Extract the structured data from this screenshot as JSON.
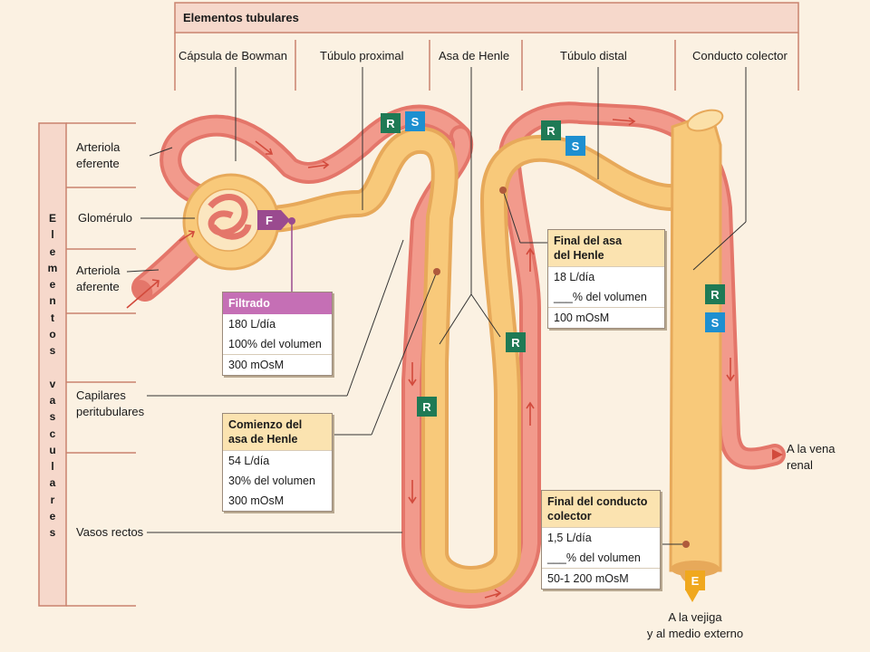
{
  "header": {
    "tubular_title": "Elementos tubulares",
    "vascular_title_letters": [
      "E",
      "l",
      "e",
      "m",
      "e",
      "n",
      "t",
      "o",
      "s",
      "",
      "v",
      "a",
      "s",
      "c",
      "u",
      "l",
      "a",
      "r",
      "e",
      "s"
    ]
  },
  "columns": [
    "Cápsula de Bowman",
    "Túbulo proximal",
    "Asa de Henle",
    "Túbulo distal",
    "Conducto colector"
  ],
  "vascular_labels": {
    "efferent": [
      "Arteriola",
      "eferente"
    ],
    "glomerulus": "Glomérulo",
    "afferent": [
      "Arteriola",
      "aferente"
    ],
    "peritubular": [
      "Capilares",
      "peritubulares"
    ],
    "vasa_recta": "Vasos rectos"
  },
  "boxes": {
    "filtrate": {
      "title": "Filtrado",
      "lines": [
        "180 L/día",
        "100% del volumen",
        "300 mOsM"
      ]
    },
    "loop_start": {
      "title": [
        "Comienzo del",
        "asa de Henle"
      ],
      "lines": [
        "54 L/día",
        "30% del volumen",
        "300 mOsM"
      ]
    },
    "loop_end": {
      "title": [
        "Final del asa",
        "del Henle"
      ],
      "lines": [
        "18 L/día",
        "___% del volumen",
        "100 mOsM"
      ]
    },
    "duct_end": {
      "title": [
        "Final del conducto",
        "colector"
      ],
      "lines": [
        "1,5 L/día",
        "___% del volumen",
        "50-1 200 mOsM"
      ]
    }
  },
  "process_badges": {
    "filtration": "F",
    "reabsorption": "R",
    "secretion": "S",
    "excretion": "E"
  },
  "outputs": {
    "renal_vein": [
      "A la vena",
      "renal"
    ],
    "bladder": [
      "A la vejiga",
      "y al medio externo"
    ]
  },
  "colors": {
    "background": "#fbf1e2",
    "tubule": "#f8c97a",
    "vessel": "#ef8f82",
    "header": "#f6d8cb",
    "filtration": "#9a4a8f",
    "reabsorption": "#1f7a55",
    "secretion": "#1e8fd0",
    "excretion": "#f0a81e"
  }
}
